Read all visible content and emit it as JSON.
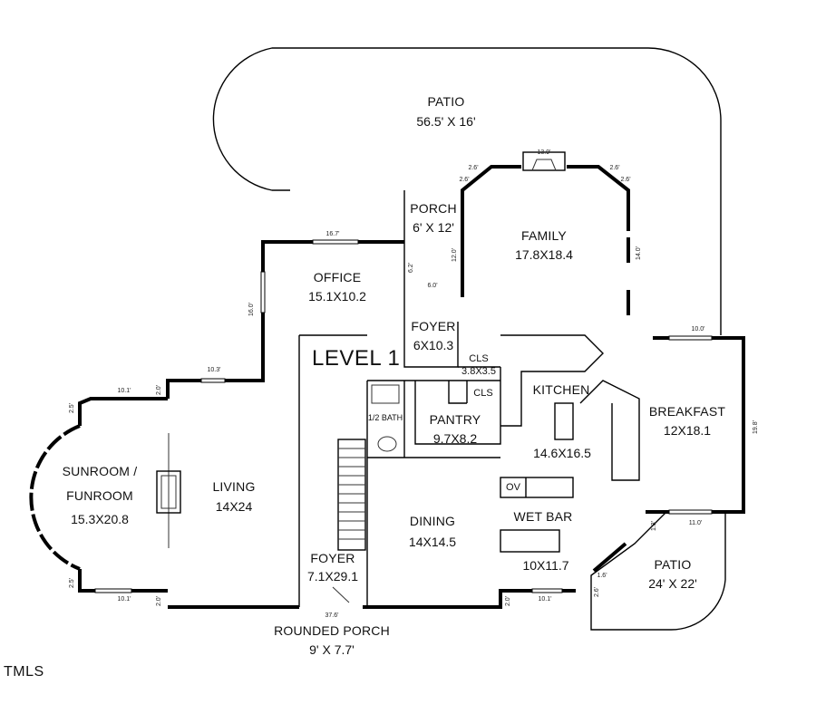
{
  "title": "LEVEL 1",
  "rooms": {
    "patio_top": {
      "name": "PATIO",
      "size": "56.5' X 16'"
    },
    "porch": {
      "name": "PORCH",
      "size": "6' X 12'"
    },
    "family": {
      "name": "FAMILY",
      "size": "17.8X18.4"
    },
    "office": {
      "name": "OFFICE",
      "size": "15.1X10.2"
    },
    "foyer_top": {
      "name": "FOYER",
      "size": "6X10.3"
    },
    "cls_a": {
      "name": "CLS",
      "size": "3.8X3.5"
    },
    "cls_b": {
      "name": "CLS"
    },
    "kitchen": {
      "name": "KITCHEN",
      "size": "14.6X16.5"
    },
    "breakfast": {
      "name": "BREAKFAST",
      "size": "12X18.1"
    },
    "half_bath": {
      "name": "1/2 BATH"
    },
    "pantry": {
      "name": "PANTRY",
      "size": "9.7X8.2"
    },
    "sunroom": {
      "name_line1": "SUNROOM /",
      "name_line2": "FUNROOM",
      "size": "15.3X20.8"
    },
    "living": {
      "name": "LIVING",
      "size": "14X24"
    },
    "oven": {
      "name": "OV"
    },
    "wet_bar": {
      "name": "WET BAR",
      "size": "10X11.7"
    },
    "dining": {
      "name": "DINING",
      "size": "14X14.5"
    },
    "foyer_main": {
      "name": "FOYER",
      "size": "7.1X29.1"
    },
    "patio_right": {
      "name": "PATIO",
      "size": "24' X 22'"
    },
    "rounded_porch": {
      "name": "ROUNDED PORCH",
      "size": "9' X 7.7'"
    }
  },
  "dimensions": {
    "d_16_7": "16.7'",
    "d_6_2": "6.2'",
    "d_6_0": "6.0'",
    "d_13_9": "13.9'",
    "d_2_6a": "2.6'",
    "d_2_6b": "2.6'",
    "d_2_6c": "2.6'",
    "d_2_6d": "2.6'",
    "d_12_0": "12.0'",
    "d_14_0": "14.0'",
    "d_16_0": "16.0'",
    "d_10_3": "10.3'",
    "d_2_0a": "2.0'",
    "d_10_1a": "10.1'",
    "d_2_5a": "2.5'",
    "d_2_5b": "2.5'",
    "d_10_1b": "10.1'",
    "d_2_0b": "2.0'",
    "d_37_6": "37.6'",
    "d_2_0c": "2.0'",
    "d_10_1c": "10.1'",
    "d_2_6e": "2.6'",
    "d_10_0": "10.0'",
    "d_19_8": "19.8'",
    "d_11_0": "11.0'",
    "d_1_3": "1.3'",
    "d_1_6": "1.6'"
  },
  "logo": "TMLS"
}
